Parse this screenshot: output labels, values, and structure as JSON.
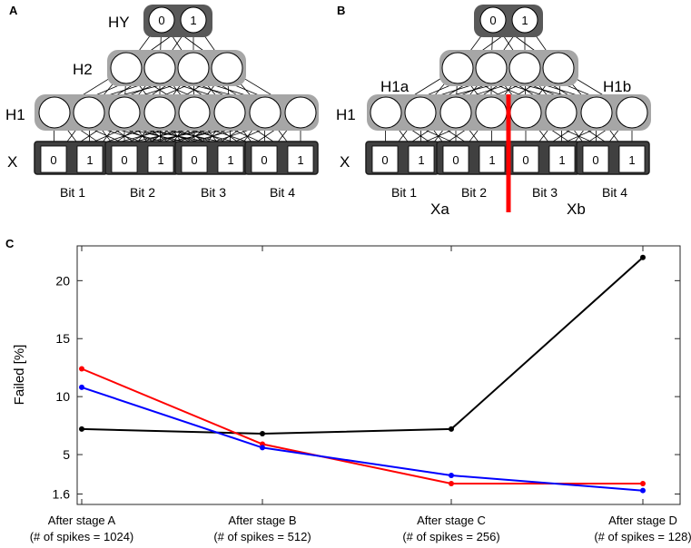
{
  "panel_a": {
    "letter": "A",
    "hy_label": "HY",
    "h2_label": "H2",
    "h1_label": "H1",
    "x_label": "X",
    "hy_units": [
      "0",
      "1"
    ],
    "x_bits": [
      "0",
      "1"
    ],
    "bit_labels": [
      "Bit 1",
      "Bit 2",
      "Bit 3",
      "Bit 4"
    ]
  },
  "panel_b": {
    "letter": "B",
    "h1a_label": "H1a",
    "h1b_label": "H1b",
    "h1_label": "H1",
    "x_label": "X",
    "hy_units": [
      "0",
      "1"
    ],
    "x_bits": [
      "0",
      "1"
    ],
    "bit_labels": [
      "Bit 1",
      "Bit 2",
      "Bit 3",
      "Bit 4"
    ],
    "xa_label": "Xa",
    "xb_label": "Xb"
  },
  "panel_c": {
    "letter": "C"
  },
  "colors": {
    "hidden_fill": "#a6a6a6",
    "hy_fill": "#595959",
    "bit_dark": "#404040",
    "split_line": "#ff0000"
  },
  "chart_data": {
    "type": "line",
    "categories": [
      "After stage A",
      "After stage B",
      "After stage C",
      "After stage D"
    ],
    "category_sublabels": [
      "(# of spikes = 1024)",
      "(# of spikes = 512)",
      "(# of spikes = 256)",
      "(# of spikes = 128)"
    ],
    "ylabel": "Failed [%]",
    "yticks": [
      1.6,
      5,
      10,
      15,
      20
    ],
    "ylim": [
      0.7,
      23
    ],
    "series": [
      {
        "color": "#000000",
        "values": [
          7.2,
          6.8,
          7.2,
          22.0
        ]
      },
      {
        "color": "#ff0000",
        "values": [
          12.4,
          5.9,
          2.5,
          2.5
        ]
      },
      {
        "color": "#0000ff",
        "values": [
          10.8,
          5.6,
          3.2,
          1.9
        ]
      }
    ]
  }
}
